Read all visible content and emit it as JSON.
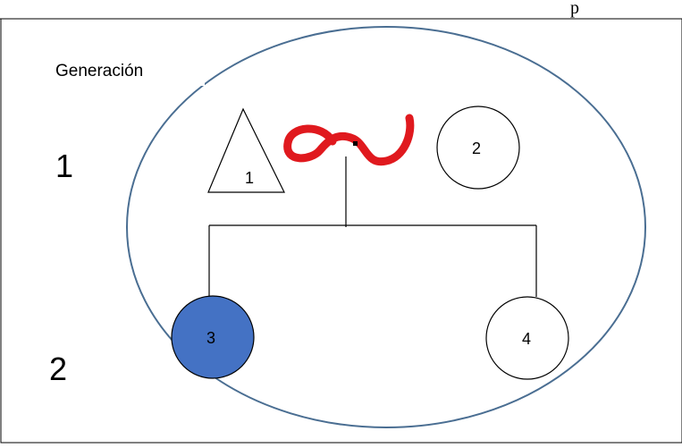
{
  "header": {
    "cut_text": "p"
  },
  "title": "Generación",
  "generations": [
    "1",
    "2"
  ],
  "individuals": [
    {
      "id": "1",
      "shape": "triangle",
      "affected": false
    },
    {
      "id": "2",
      "shape": "circle",
      "affected": false
    },
    {
      "id": "3",
      "shape": "circle",
      "affected": true
    },
    {
      "id": "4",
      "shape": "circle",
      "affected": false
    }
  ],
  "colors": {
    "ellipse": "#4a6e92",
    "affected_fill": "#4472c4",
    "line": "#000000",
    "squiggle": "#e0191e",
    "background": "#ffffff"
  },
  "icons": {
    "relationship": "red-squiggle-icon"
  }
}
